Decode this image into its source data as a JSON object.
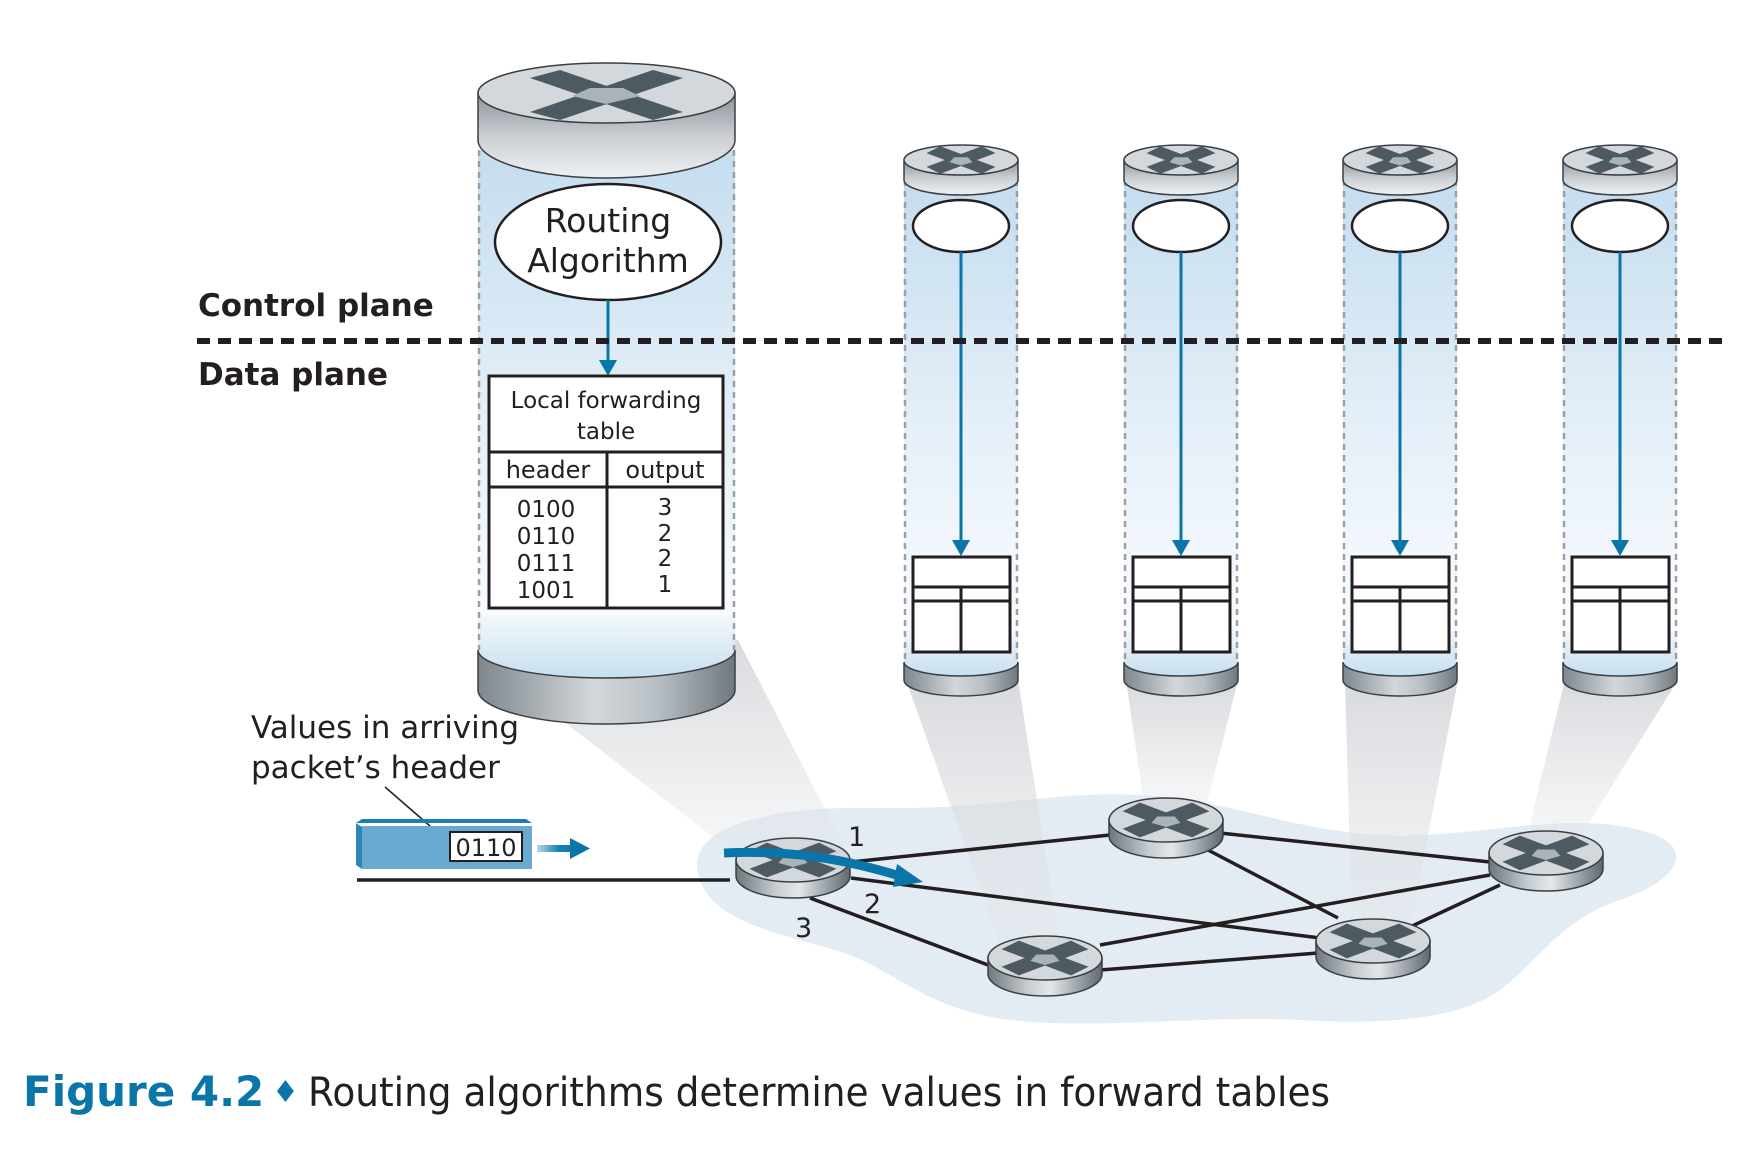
{
  "planes": {
    "control_label": "Control plane",
    "data_label": "Data plane"
  },
  "main_router": {
    "algorithm_label_line1": "Routing",
    "algorithm_label_line2": "Algorithm",
    "forwarding_table": {
      "title_line1": "Local forwarding",
      "title_line2": "table",
      "columns": [
        "header",
        "output"
      ],
      "rows": [
        {
          "header": "0100",
          "output": "3"
        },
        {
          "header": "0110",
          "output": "2"
        },
        {
          "header": "0111",
          "output": "2"
        },
        {
          "header": "1001",
          "output": "1"
        }
      ]
    }
  },
  "other_routers_count": 4,
  "annotation": {
    "line1": "Values in arriving",
    "line2": "packet’s header"
  },
  "packet": {
    "header_value": "0110"
  },
  "ports": {
    "port1": "1",
    "port2": "2",
    "port3": "3"
  },
  "caption": {
    "figure_number": "Figure 4.2",
    "separator": "♦",
    "text": "Routing algorithms determine values in forward tables"
  },
  "colors": {
    "accent_blue": "#0a75a8",
    "packet_blue": "#6aa9d0",
    "cylinder_blue": "#c6dff0",
    "network_cloud": "#e4ecf3"
  }
}
